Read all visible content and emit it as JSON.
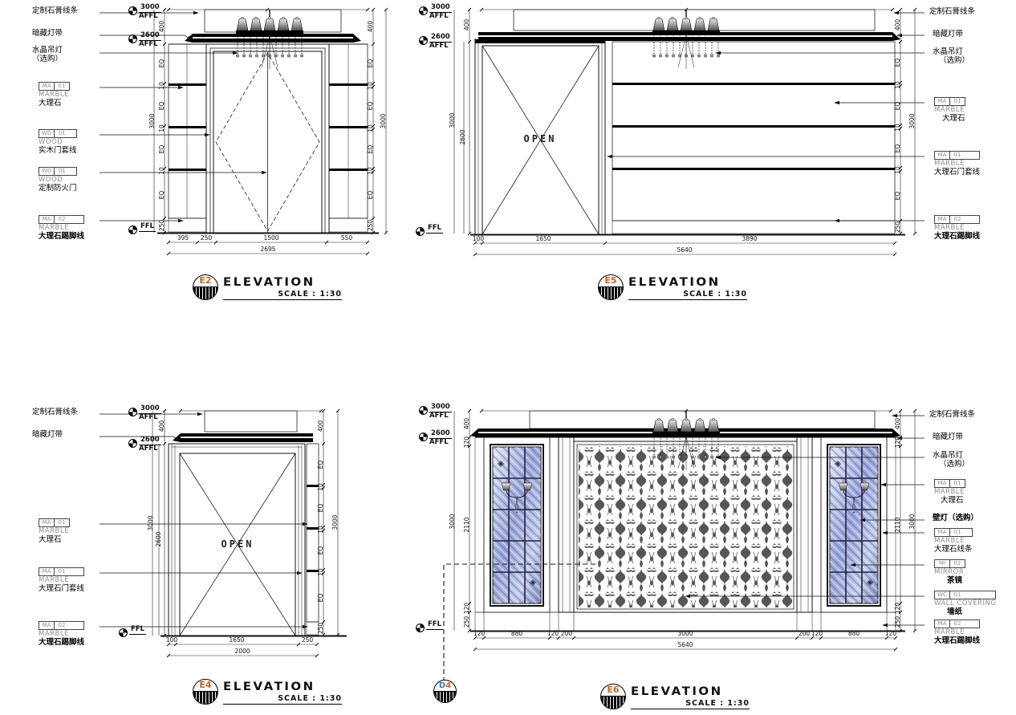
{
  "common": {
    "elevation": "ELEVATION",
    "scale_label": "SCALE :",
    "scale_value": "1:30",
    "open": "OPEN",
    "affl": "AFFL",
    "ffl": "FFL"
  },
  "levels": {
    "l3000": "3000",
    "l2600": "2600"
  },
  "dims": {
    "eq": "EQ",
    "ten": "10",
    "d100": "100",
    "d120": "120",
    "d200": "200",
    "d250": "250",
    "d395": "395",
    "d400": "400",
    "d550": "550",
    "d880": "880",
    "d1500": "1500",
    "d1650": "1650",
    "d2000": "2000",
    "d2110": "2110",
    "d2600": "2600",
    "d2695": "2695",
    "d3000": "3000",
    "d3890": "3890",
    "d5640": "5640"
  },
  "colors": {
    "line": "#111111",
    "badge_id": "#c06525",
    "d4_d": "#3a7ca8",
    "d4_4": "#c06525",
    "mirror_mid": "#96a3d8",
    "mirror_light": "#dfe4f5"
  },
  "icons": [
    "level-marker-icon",
    "chandelier-icon",
    "wall-sconce-icon",
    "sparkle-icon",
    "leader-arrow-icon"
  ],
  "panels": {
    "e2": {
      "badge": "E2",
      "callouts": [
        {
          "cn": "定制石膏线条"
        },
        {
          "cn": "暗藏灯带"
        },
        {
          "cn": "水晶吊灯",
          "cn2": "（选购）"
        },
        {
          "ta": "MA",
          "tb": "01",
          "en": "MARBLE",
          "cn": "大理石"
        },
        {
          "ta": "WD",
          "tb": "01",
          "en": "WOOD",
          "cn": "实木门套线"
        },
        {
          "ta": "WD",
          "tb": "01",
          "en": "WOOD",
          "cn": "定制防火门"
        },
        {
          "ta": "MA",
          "tb": "02",
          "en": "MARBLE",
          "cn": "大理石踢脚线"
        }
      ]
    },
    "e5": {
      "badge": "E5",
      "callouts": [
        {
          "cn": "定制石膏线条"
        },
        {
          "cn": "暗藏灯带"
        },
        {
          "cn": "水晶吊灯",
          "cn2": "（选购）"
        },
        {
          "ta": "MA",
          "tb": "01",
          "en": "MARBLE",
          "cn": "大理石"
        },
        {
          "ta": "MA",
          "tb": "01",
          "en": "MARBLE",
          "cn": "大理石门套线"
        },
        {
          "ta": "MA",
          "tb": "02",
          "en": "MARBLE",
          "cn": "大理石踢脚线"
        }
      ]
    },
    "e4": {
      "badge": "E4",
      "callouts": [
        {
          "cn": "定制石膏线条"
        },
        {
          "cn": "暗藏灯带"
        },
        {
          "ta": "MA",
          "tb": "01",
          "en": "MARBLE",
          "cn": "大理石"
        },
        {
          "ta": "MA",
          "tb": "01",
          "en": "MARBLE",
          "cn": "大理石门套线"
        },
        {
          "ta": "MA",
          "tb": "02",
          "en": "MARBLE",
          "cn": "大理石踢脚线"
        }
      ]
    },
    "e6": {
      "badge": "E6",
      "detail_badge": "D4",
      "detail_d": "D",
      "detail_n": "4",
      "callouts": [
        {
          "cn": "定制石膏线条"
        },
        {
          "cn": "暗藏灯带"
        },
        {
          "cn": "水晶吊灯",
          "cn2": "（选购）"
        },
        {
          "ta": "MA",
          "tb": "01",
          "en": "MARBLE",
          "cn": "大理石"
        },
        {
          "cn": "壁灯（选购）"
        },
        {
          "ta": "MA",
          "tb": "01",
          "en": "MARBLE",
          "cn": "大理石线条"
        },
        {
          "ta": "MI",
          "tb": "02",
          "en": "MIRROR",
          "cn": "茶镜"
        },
        {
          "ta": "WC",
          "tb": "01",
          "en": "WALL COVERING",
          "cn": "墙纸"
        },
        {
          "ta": "MA",
          "tb": "02",
          "en": "MARBLE",
          "cn": "大理石踢脚线"
        }
      ]
    }
  }
}
